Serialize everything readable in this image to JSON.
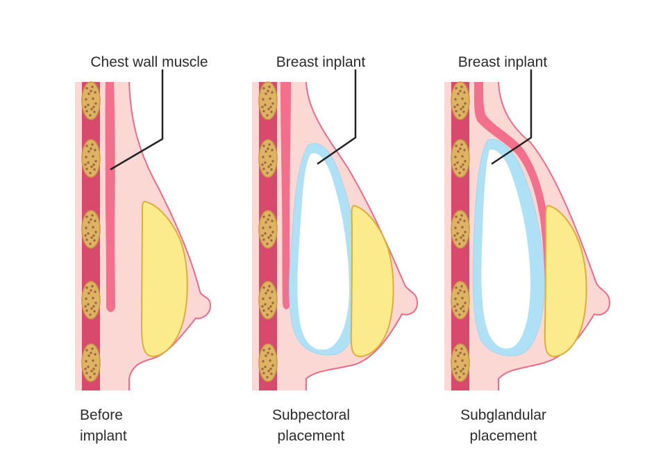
{
  "colors": {
    "skin_fill": "#fbd8d3",
    "skin_stroke": "#f06a86",
    "muscle": "#f2708c",
    "rib_column": "#d9496e",
    "rib_fill": "#ddb463",
    "rib_stroke": "#c8983f",
    "rib_dot": "#a0643f",
    "gland_fill": "#fbeb8d",
    "gland_stroke": "#dcae38",
    "implant_edge": "#aee1f6",
    "implant_core": "#ffffff",
    "leader": "#222222"
  },
  "panels": [
    {
      "label": "Chest wall muscle",
      "caption": [
        "Before",
        "implant"
      ]
    },
    {
      "label": "Breast inplant",
      "caption": [
        "Subpectoral",
        "placement"
      ]
    },
    {
      "label": "Breast inplant",
      "caption": [
        "Subglandular",
        "placement"
      ]
    }
  ]
}
